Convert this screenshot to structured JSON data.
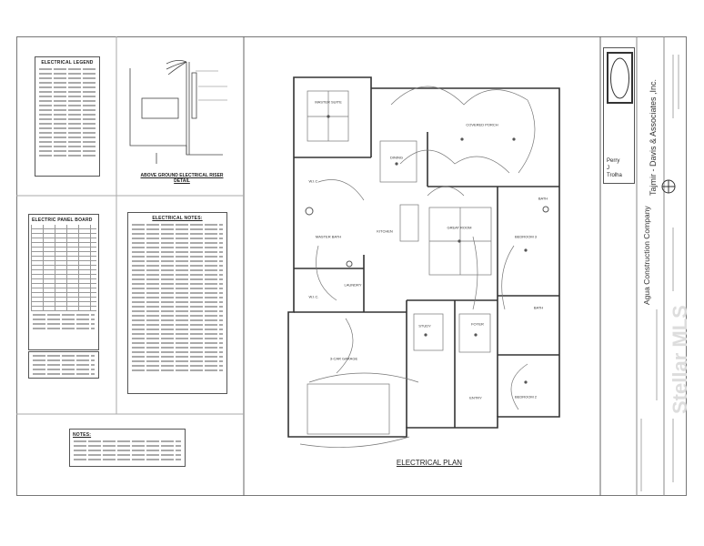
{
  "legend": {
    "title": "ELECTRICAL LEGEND"
  },
  "riser": {
    "title": "ABOVE GROUND ELECTRICAL RISER DETAIL"
  },
  "panel": {
    "title": "ELECTRIC PANEL BOARD"
  },
  "electrical_notes": {
    "title": "ELECTRICAL NOTES:"
  },
  "notes": {
    "title": "NOTES:"
  },
  "plan": {
    "title": "ELECTRICAL PLAN",
    "rooms": [
      "MASTER SUITE",
      "COVERED PORCH",
      "DINING",
      "W.I.C.",
      "MASTER BATH",
      "KITCHEN",
      "GREAT ROOM",
      "BEDROOM 3",
      "LAUNDRY",
      "W.I.C.",
      "STUDY",
      "FOYER",
      "3-CAR GARAGE",
      "ENTRY",
      "BEDROOM 2",
      "BATH",
      "BATH"
    ]
  },
  "title_block": {
    "engineer_first": "Perry",
    "engineer_mid": "J",
    "engineer_last": "Trolha",
    "firm": "Tajmir - Davis & Associates ,Inc.",
    "company": "Agua Construction Company"
  },
  "watermark": "Stellar MLS"
}
